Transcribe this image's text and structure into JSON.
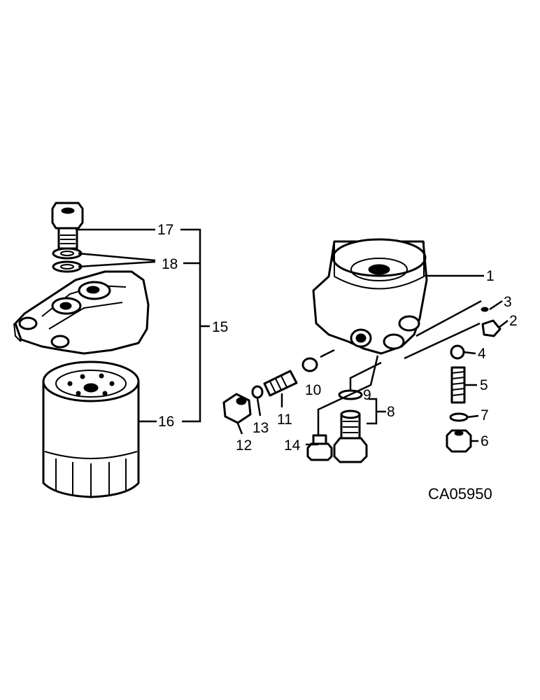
{
  "diagram": {
    "code": "CA05950",
    "callouts": [
      "1",
      "2",
      "3",
      "4",
      "5",
      "6",
      "7",
      "8",
      "9",
      "10",
      "11",
      "12",
      "13",
      "14",
      "15",
      "16",
      "17",
      "18"
    ]
  }
}
